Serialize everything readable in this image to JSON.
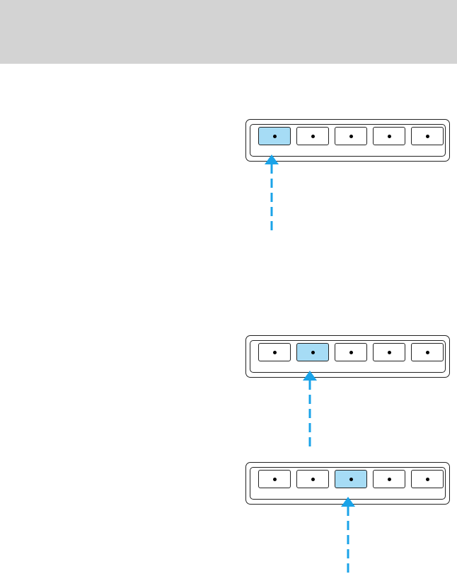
{
  "colors": {
    "header_band": "#d3d3d3",
    "key_highlight": "#a6dcf5",
    "arrow": "#1aa3e8"
  },
  "icons": {
    "keypad_key": "dot-icon",
    "pointer": "dashed-up-arrow-icon"
  },
  "keypads": [
    {
      "keys": 5,
      "highlighted_key": 1
    },
    {
      "keys": 5,
      "highlighted_key": 2
    },
    {
      "keys": 5,
      "highlighted_key": 3
    }
  ]
}
